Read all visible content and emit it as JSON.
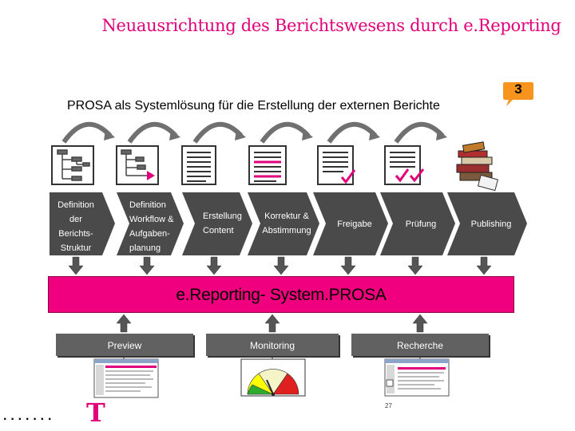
{
  "title": "Neuausrichtung des Berichtswesens durch e.Reporting",
  "subtitle": "PROSA als Systemlösung für die Erstellung der externen Berichte",
  "badge": "3",
  "steps": [
    {
      "label": "Definition der Berichts- Struktur",
      "lines": [
        "Definition",
        "der",
        "Berichts-",
        "Struktur"
      ],
      "icon": "structure-tree-icon"
    },
    {
      "label": "Definition Workflow & Aufgaben- planung",
      "lines": [
        "Definition",
        "Workflow &",
        "Aufgaben-",
        "planung"
      ],
      "icon": "workflow-tree-icon"
    },
    {
      "label": "Erstellung Content",
      "lines": [
        "Erstellung",
        "Content"
      ],
      "icon": "document-icon"
    },
    {
      "label": "Korrektur & Abstimmung",
      "lines": [
        "Korrektur &",
        "Abstimmung"
      ],
      "icon": "document-highlighted-icon"
    },
    {
      "label": "Freigabe",
      "lines": [
        "Freigabe"
      ],
      "icon": "document-check-icon"
    },
    {
      "label": "Prüfung",
      "lines": [
        "Prüfung"
      ],
      "icon": "document-double-check-icon"
    },
    {
      "label": "Publishing",
      "lines": [
        "Publishing"
      ],
      "icon": "books-icon"
    }
  ],
  "system_label": "e.Reporting- System.PROSA",
  "bottom_boxes": [
    "Preview",
    "Monitoring",
    "Recherche"
  ],
  "page_number": "27",
  "logo_dots": "·······",
  "logo_letter": "T",
  "colors": {
    "magenta": "#e2007a",
    "system_box": "#f0007e",
    "chevron": "#4a4a4a",
    "grey_box": "#616161"
  }
}
